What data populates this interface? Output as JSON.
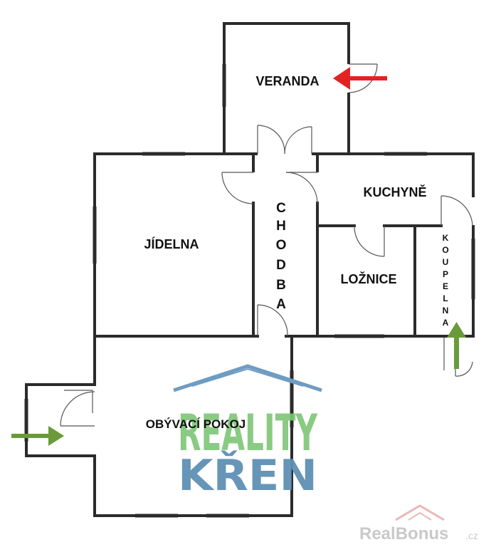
{
  "rooms": {
    "veranda": "VERANDA",
    "kuchyne": "KUCHYNĚ",
    "chodba_letters": [
      "C",
      "H",
      "O",
      "D",
      "B",
      "A"
    ],
    "jidelna": "JÍDELNA",
    "loznice": "LOŽNICE",
    "koupelna_letters": [
      "K",
      "O",
      "U",
      "P",
      "E",
      "L",
      "N",
      "A"
    ],
    "obyvaci_pokoj": "OBÝVACÍ POKOJ"
  },
  "watermark": {
    "top_word": "REALITY",
    "bottom_word": "KŘEN",
    "top_color": "#7cc576",
    "bottom_color": "#5e8fb4",
    "roof_color": "#6e9cc2"
  },
  "footer_brand": {
    "name": "RealBonus",
    "suffix": ".cz",
    "color": "#c9c9c9",
    "accent": "#e8b8b8"
  },
  "colors": {
    "wall": "#2b2b2b",
    "entry_arrow_main": "#e32222",
    "entry_arrow_side": "#6a9a3a"
  }
}
